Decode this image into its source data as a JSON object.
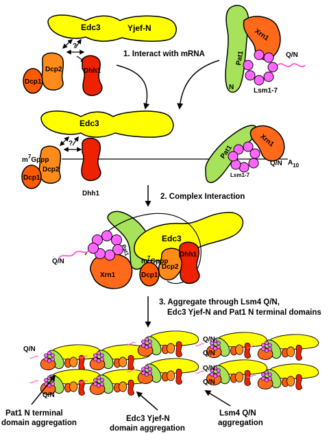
{
  "colors": {
    "edc3": "#ffff00",
    "pat1": "#a6e35a",
    "xrn1": "#ff6a1a",
    "dcp2": "#ff8c1a",
    "dcp1": "#ff5a00",
    "dhh1": "#ee2200",
    "lsm": "#ff66ff",
    "qn_tail": "#ff66cc"
  },
  "proteins": {
    "edc3": "Edc3",
    "yjef": "Yjef-N",
    "dcp2": "Dcp2",
    "dcp1": "Dcp1",
    "dhh1": "Dhh1",
    "xrn1": "Xrn1",
    "pat1": "Pat1",
    "lsm": "Lsm1-7",
    "n": "N",
    "qn": "Q/N",
    "question": "?",
    "cap_m": "m",
    "cap_sup": "7",
    "cap_rest": "Gppp",
    "polya_a": "A",
    "polya_sub": "10"
  },
  "steps": {
    "step1": "1. Interact with mRNA",
    "step2": "2. Complex Interaction",
    "step3_line1": "3. Aggregate through Lsm4 Q/N,",
    "step3_line2": "Edc3 Yjef-N and Pat1 N terminal domains"
  },
  "captions": {
    "pat1_line1": "Pat1 N terminal",
    "pat1_line2": "domain aggregation",
    "edc3_line1": "Edc3  Yjef-N",
    "edc3_line2": "domain aggregation",
    "lsm4_line1": "Lsm4 Q/N",
    "lsm4_line2": "aggregation"
  }
}
